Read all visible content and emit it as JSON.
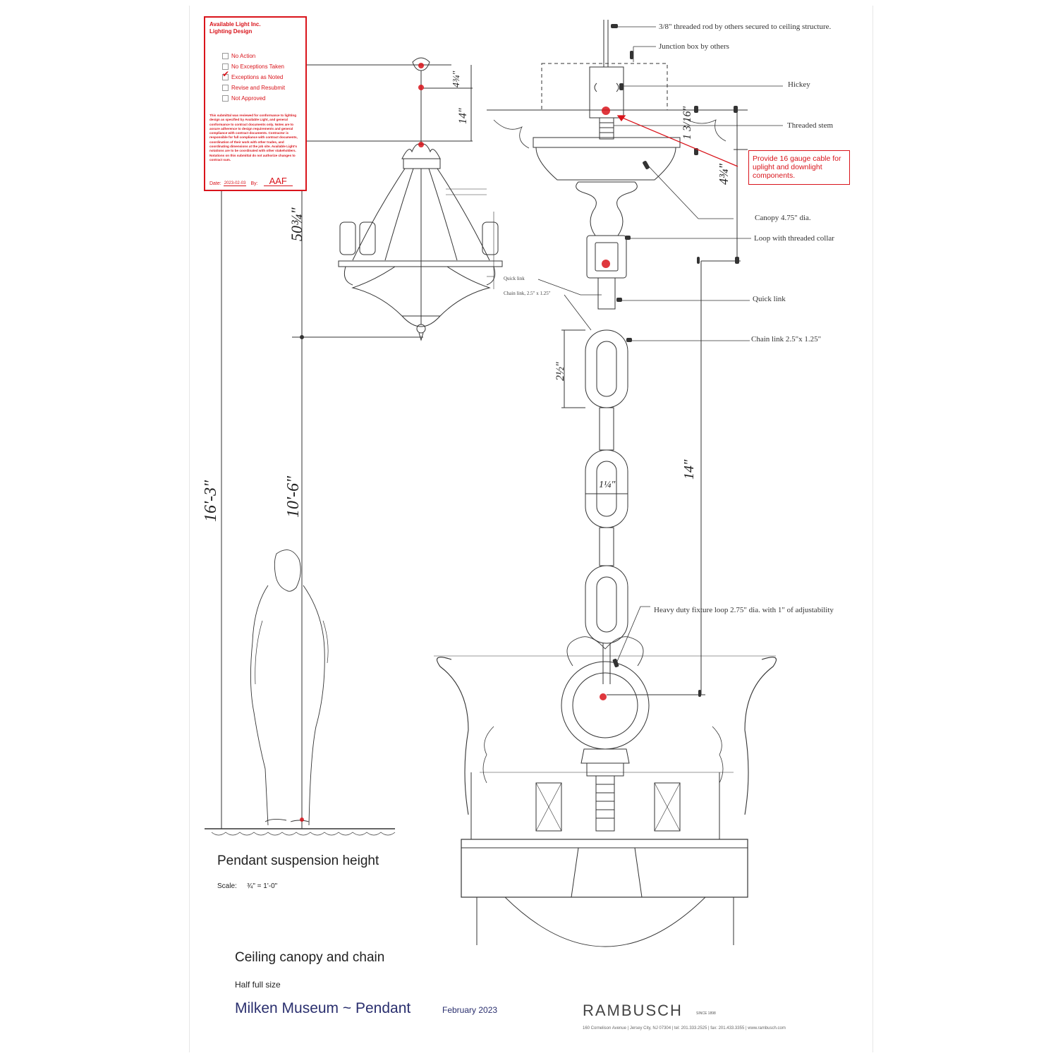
{
  "stamp": {
    "company_line1": "Available Light Inc.",
    "company_line2": "Lighting Design",
    "options": [
      {
        "label": "No Action",
        "checked": false
      },
      {
        "label": "No Exceptions Taken",
        "checked": false
      },
      {
        "label": "Exceptions as Noted",
        "checked": true
      },
      {
        "label": "Revise and Resubmit",
        "checked": false
      },
      {
        "label": "Not Approved",
        "checked": false
      }
    ],
    "note": "This submittal was reviewed for conformance to lighting design as specified by Available Light, and general conformance to contract documents only. Notes are to assure adherence to design requirements and general compliance with contract documents. Contractor is responsible for full compliance with contract documents, coordination of their work with other trades, and coordinating dimensions at the job site. Available Light's notations are to be coordinated with other stakeholders. Notations on this submittal do not authorize changes to contract sum.",
    "date_label": "Date:",
    "date_value": "2023-02-03",
    "by_label": "By:",
    "by_value": "AAF",
    "accent_color": "#d9141b"
  },
  "comment": {
    "text": "Provide 16 gauge cable for uplight and downlight components."
  },
  "callouts": {
    "threaded_rod": "3/8\" threaded rod by others secured to ceiling structure.",
    "junction_box": "Junction box by others",
    "hickey": "Hickey",
    "threaded_stem": "Threaded stem",
    "canopy": "Canopy 4.75\" dia.",
    "loop_collar": "Loop with threaded collar",
    "quick_link": "Quick link",
    "chain_link": "Chain link 2.5\"x 1.25\"",
    "fixture_loop": "Heavy duty fixture loop 2.75\" dia. with 1\" of adjustability",
    "small_quick_link": "Quick link",
    "small_chain_link": "Chain link, 2.5\" x 1.25\""
  },
  "dimensions": {
    "d_4_3_4": "4¾\"",
    "d_14_top": "14\"",
    "d_50_3_4": "50¾\"",
    "d_16_3": "16'-3\"",
    "d_10_6": "10'-6\"",
    "d_1_3_16": "1 3/16\"",
    "d_4_3_4_canopy": "4¾\"",
    "d_2_1_2": "2½\"",
    "d_1_1_4": "1¼\"",
    "d_14_chain": "14\""
  },
  "titles": {
    "suspension": "Pendant suspension height",
    "scale_label": "Scale:",
    "scale_value": "¾\" = 1'-0\"",
    "canopy_chain": "Ceiling canopy and chain",
    "half_size": "Half full size",
    "project": "Milken Museum ~ Pendant",
    "date": "February 2023"
  },
  "footer": {
    "brand": "RAMBUSCH",
    "since": "SINCE 1898",
    "address": "160 Cornelison Avenue | Jersey City, NJ 07304 | tel: 201.333.2525 | fax: 201.433.3355 | www.rambusch.com"
  },
  "colors": {
    "line": "#333333",
    "markup_red": "#d9141b",
    "project_blue": "#2a2f6e"
  }
}
